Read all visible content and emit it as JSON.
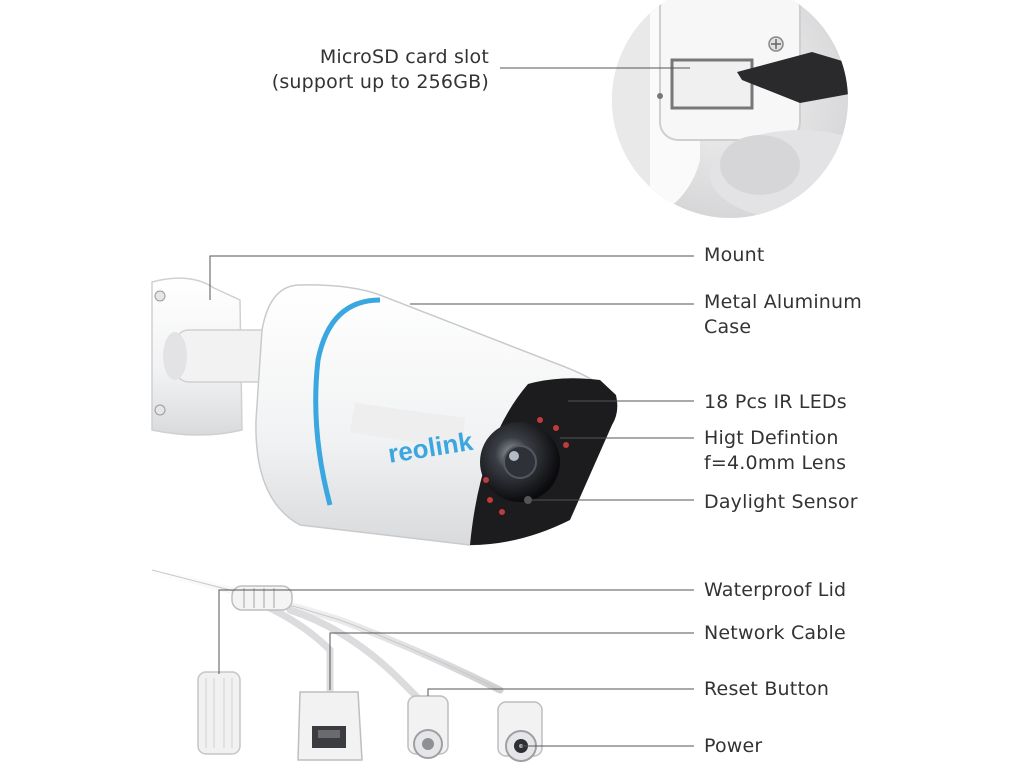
{
  "brand": "reolink",
  "labels": {
    "microsd_line1": "MicroSD card slot",
    "microsd_line2": "(support up to 256GB)",
    "mount": "Mount",
    "case_line1": "Metal Aluminum",
    "case_line2": "Case",
    "ir_leds": "18 Pcs IR LEDs",
    "lens_line1": "Higt Defintion",
    "lens_line2": "f=4.0mm Lens",
    "daylight_sensor": "Daylight Sensor",
    "waterproof_lid": "Waterproof Lid",
    "network_cable": "Network Cable",
    "reset_button": "Reset Button",
    "power": "Power"
  },
  "colors": {
    "label_text": "#333333",
    "leader_line": "#555555",
    "accent_ring": "#3aa7e0",
    "camera_body": "#f4f5f6",
    "lens_shroud": "#1c1c1e"
  }
}
